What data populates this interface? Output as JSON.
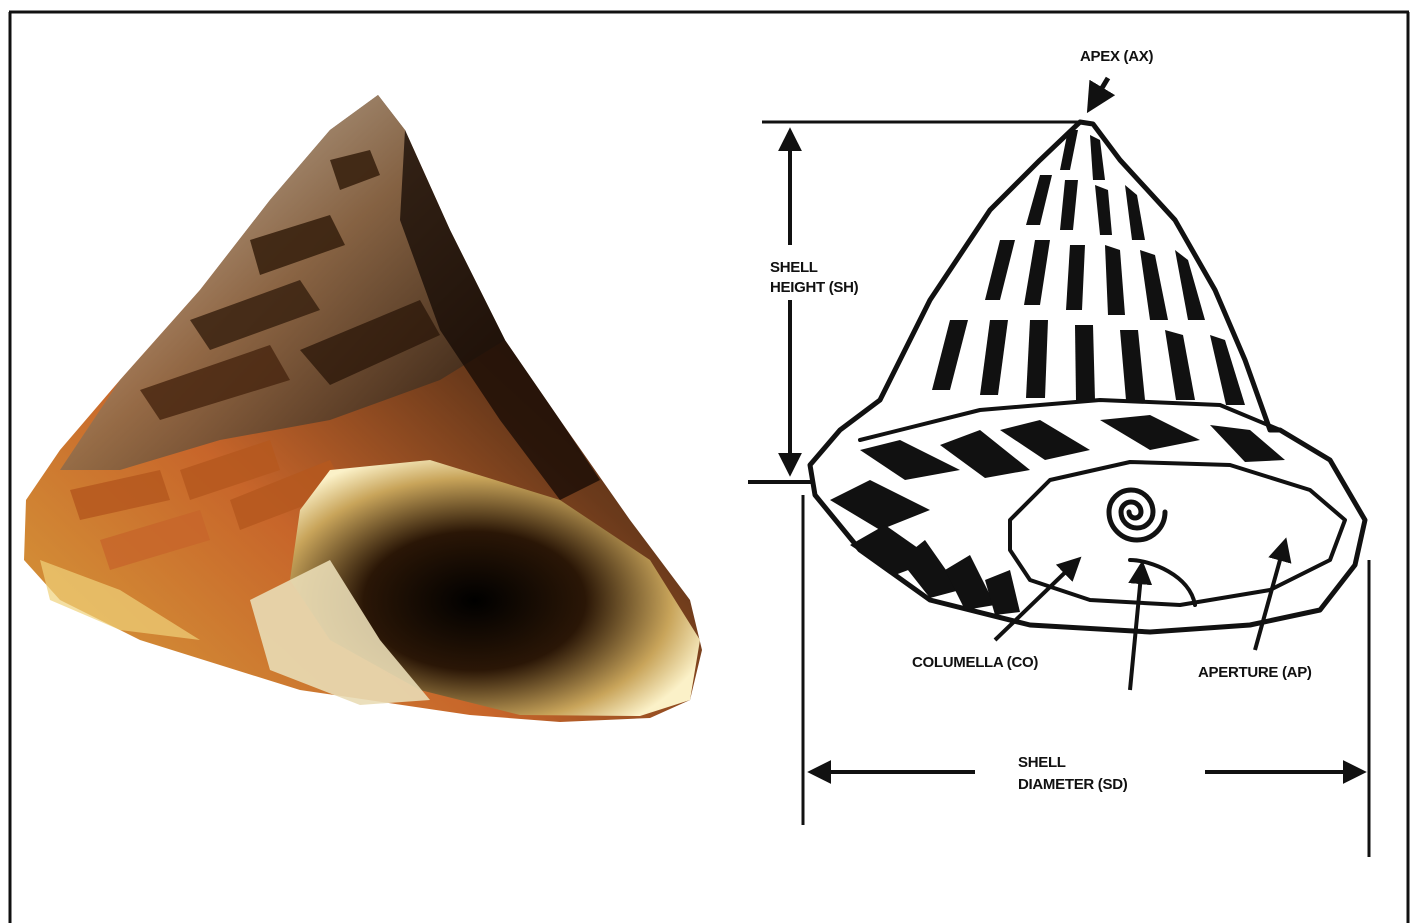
{
  "figure": {
    "photo_alt": "",
    "labels": {
      "apex": "APEX (AX)",
      "shell_height_line1": "SHELL",
      "shell_height_line2": "HEIGHT (SH)",
      "columella": "COLUMELLA (CO)",
      "aperture": "APERTURE (AP)",
      "shell_diameter_line1": "SHELL",
      "shell_diameter_line2": "DIAMETER (SD)"
    },
    "colors": {
      "ink": "#111111",
      "border": "#111111",
      "shell_dark": "#3a2210",
      "shell_mid": "#b5581f",
      "shell_light": "#f3e6b8"
    }
  }
}
